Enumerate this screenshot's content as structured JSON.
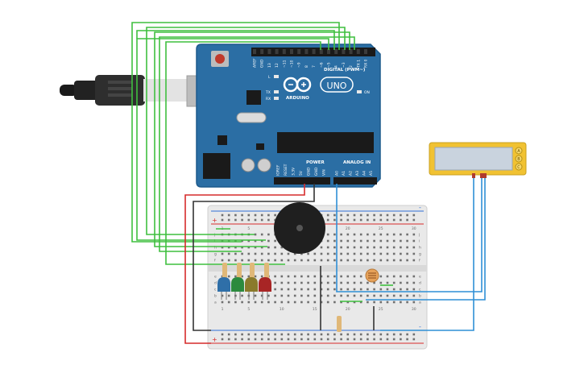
{
  "colors": {
    "board": "#2b6ea4",
    "board_edge": "#1d5a8c",
    "breadboard": "#e9e9e9",
    "wire_green": "#3fbf3f",
    "wire_red": "#d62b2b",
    "wire_black": "#333333",
    "wire_blue": "#2f8fd6",
    "lcd_frame": "#f1c232",
    "lcd_screen": "#c9d3de"
  },
  "arduino": {
    "brand": "ARDUINO",
    "model": "UNO",
    "digital_header": "DIGITAL (PWM~)",
    "power_header": "POWER",
    "analog_header": "ANALOG IN",
    "on_label": "ON",
    "led_labels": [
      "L",
      "TX",
      "RX"
    ],
    "digital_pins": [
      "AREF",
      "GND",
      "13",
      "12",
      "~11",
      "~10",
      "~9",
      "8",
      "7",
      "~6",
      "~5",
      "4",
      "~3",
      "2",
      "TX 1",
      "RX 0"
    ],
    "power_pins": [
      "IOREF",
      "RESET",
      "3.3V",
      "5V",
      "GND",
      "GND",
      "VIN"
    ],
    "analog_pins": [
      "A0",
      "A1",
      "A2",
      "A3",
      "A4",
      "A5"
    ]
  },
  "breadboard": {
    "column_numbers": [
      "1",
      "5",
      "10",
      "15",
      "20",
      "25",
      "30"
    ],
    "row_letters_top": [
      "j",
      "i",
      "h",
      "g",
      "f"
    ],
    "row_letters_bottom": [
      "e",
      "d",
      "c",
      "b",
      "a"
    ],
    "rail_plus": "+",
    "rail_minus": "-"
  },
  "leds": [
    "blue",
    "green",
    "yellow",
    "red"
  ],
  "lcd": {
    "pins": [
      "A",
      "B",
      "C"
    ]
  }
}
